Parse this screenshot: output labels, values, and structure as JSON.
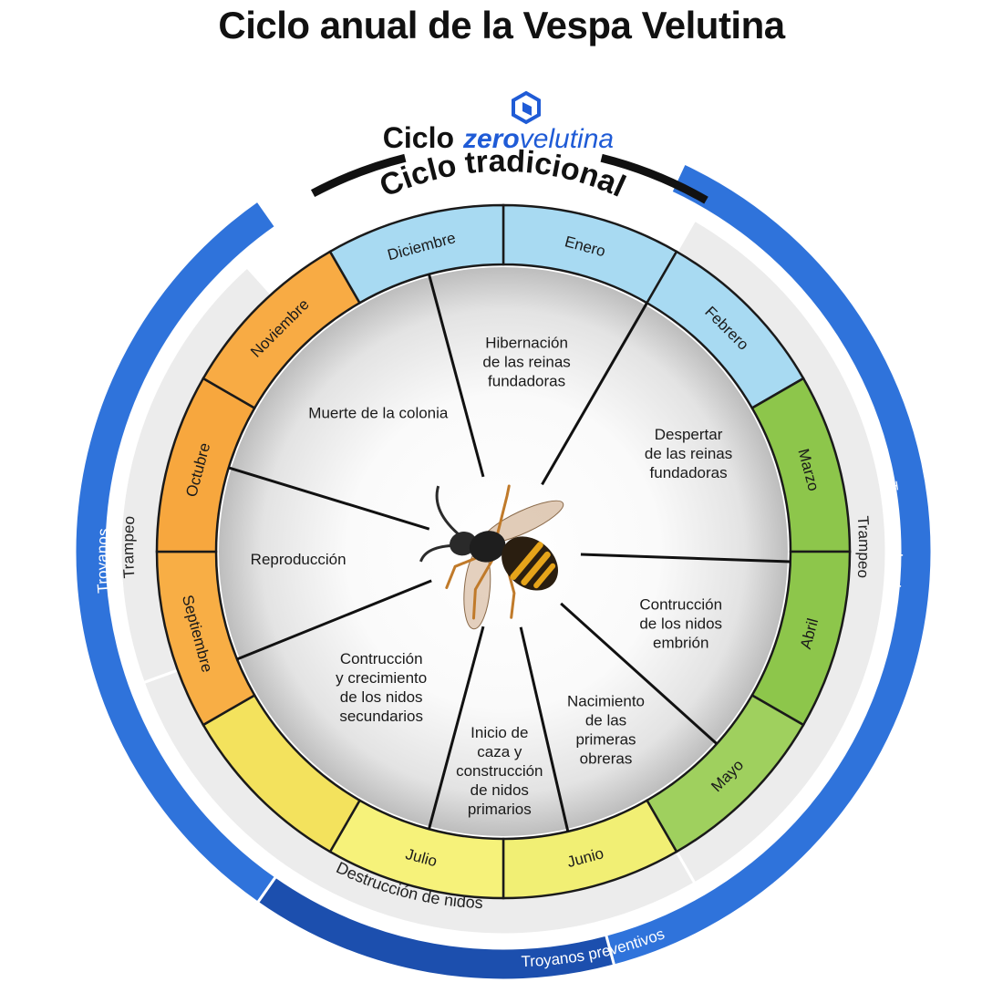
{
  "title": "Ciclo anual de la Vespa Velutina",
  "brand": {
    "prefix": "Ciclo",
    "name_bold": "zero",
    "name_light": "velutina",
    "logo_icon": "hexagon-logo-icon",
    "color": "#1f5bd6"
  },
  "traditional_label": "Ciclo tradicional",
  "months": [
    {
      "label": "Enero",
      "color": "#a8daf2"
    },
    {
      "label": "Febrero",
      "color": "#a8daf2"
    },
    {
      "label": "Marzo",
      "color": "#8dc64b"
    },
    {
      "label": "Abril",
      "color": "#8dc64b"
    },
    {
      "label": "Mayo",
      "color": "#9fd05e"
    },
    {
      "label": "Junio",
      "color": "#f1ef74"
    },
    {
      "label": "Julio",
      "color": "#f6f27a"
    },
    {
      "label": "",
      "color": "#f3e25d"
    },
    {
      "label": "Septiembre",
      "color": "#f8ae45"
    },
    {
      "label": "Octubre",
      "color": "#f7a73e"
    },
    {
      "label": "Noviembre",
      "color": "#f8ab44"
    },
    {
      "label": "Diciembre",
      "color": "#a8daf2"
    }
  ],
  "phases": [
    {
      "lines": [
        "Hibernación",
        "de las reinas",
        "fundadoras"
      ]
    },
    {
      "lines": [
        "Despertar",
        "de las reinas",
        "fundadoras"
      ]
    },
    {
      "lines": [
        "Contrucción",
        "de los nidos",
        "embrión"
      ]
    },
    {
      "lines": [
        "Nacimiento",
        "de las",
        "primeras",
        "obreras"
      ]
    },
    {
      "lines": [
        "Inicio de",
        "caza y",
        "construcción",
        "de nidos",
        "primarios"
      ]
    },
    {
      "lines": [
        "Contrucción",
        "y crecimiento",
        "de los nidos",
        "secundarios"
      ]
    },
    {
      "lines": [
        "Reproducción"
      ]
    },
    {
      "lines": [
        "Muerte de la colonia"
      ]
    }
  ],
  "action_labels": {
    "trampeo_right": "Trampeo",
    "trampeo_left": "Trampeo",
    "destruccion": "Destrucción de nidos",
    "trampeo_reinas": "Trampeo de reinas",
    "troyanos": "Troyanos",
    "troyanos_preventivos": "Troyanos preventivos"
  },
  "colors": {
    "blue_band": "#2f73db",
    "dark_blue_band": "#1c4fae",
    "light_ring": "#ececec",
    "winter": "#a8daf2",
    "spring": "#8dc64b",
    "summer": "#f3ef70",
    "autumn": "#f7a73e"
  },
  "center_icon": "wasp-icon"
}
